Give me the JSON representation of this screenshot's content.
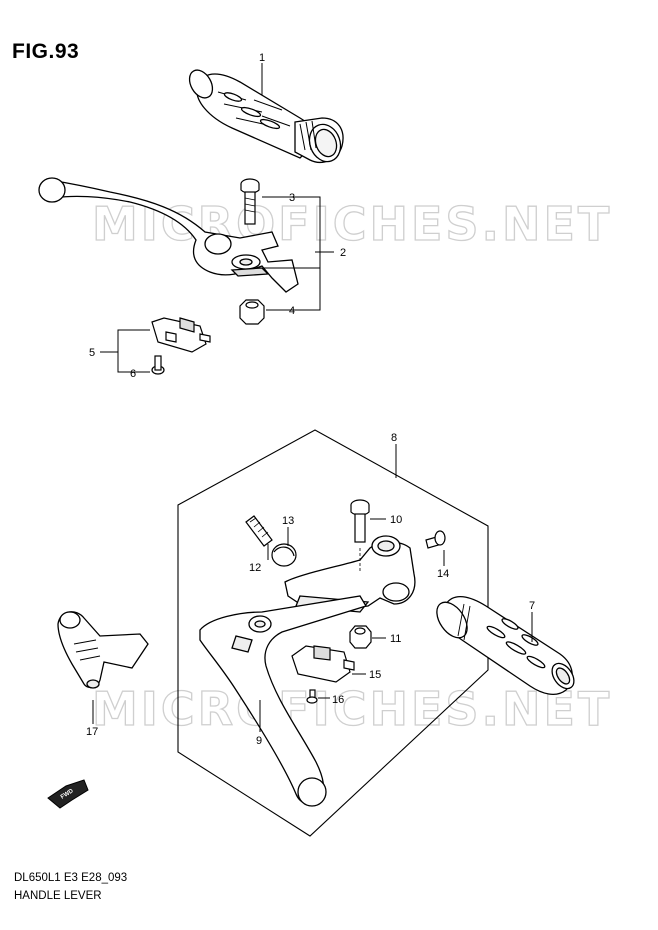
{
  "figure": {
    "title": "FIG.93",
    "code": "DL650L1 E3 E28_093",
    "name": "HANDLE LEVER",
    "watermark": "MICROFICHES.NET",
    "direction_label": "FWD"
  },
  "callouts": [
    "1",
    "2",
    "3",
    "4",
    "5",
    "6",
    "7",
    "8",
    "9",
    "10",
    "11",
    "12",
    "13",
    "14",
    "15",
    "16",
    "17"
  ]
}
